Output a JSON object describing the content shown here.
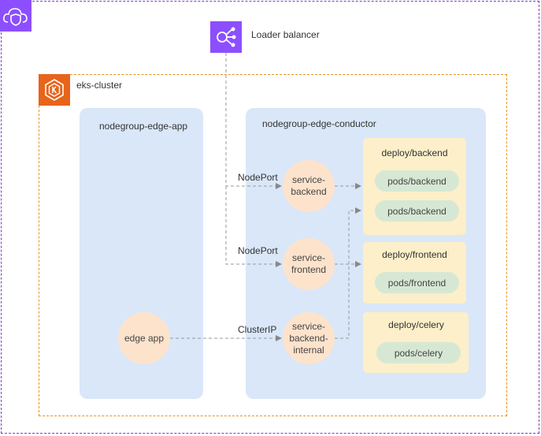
{
  "load_balancer": {
    "label": "Loader balancer"
  },
  "cluster": {
    "label": "eks-cluster"
  },
  "nodegroups": {
    "app": {
      "label": "nodegroup-edge-app"
    },
    "conductor": {
      "label": "nodegroup-edge-conductor"
    }
  },
  "services": {
    "backend": "service-\nbackend",
    "frontend": "service-\nfrontend",
    "internal": "service-\nbackend-\ninternal"
  },
  "edge_app": {
    "label": "edge app"
  },
  "deployments": {
    "backend": {
      "label": "deploy/backend",
      "pods": [
        "pods/backend",
        "pods/backend"
      ]
    },
    "frontend": {
      "label": "deploy/frontend",
      "pods": [
        "pods/frontend"
      ]
    },
    "celery": {
      "label": "deploy/celery",
      "pods": [
        "pods/celery"
      ]
    }
  },
  "edges": {
    "nodeport_backend": "NodePort",
    "nodeport_frontend": "NodePort",
    "clusterip": "ClusterIP"
  },
  "colors": {
    "aws_purple": "#8c4fff",
    "eks_orange": "#e8641b",
    "nodegroup": "#d9e7f8",
    "service": "#fde3cc",
    "deploy": "#fcefc9",
    "pod": "#d6e8d4"
  }
}
